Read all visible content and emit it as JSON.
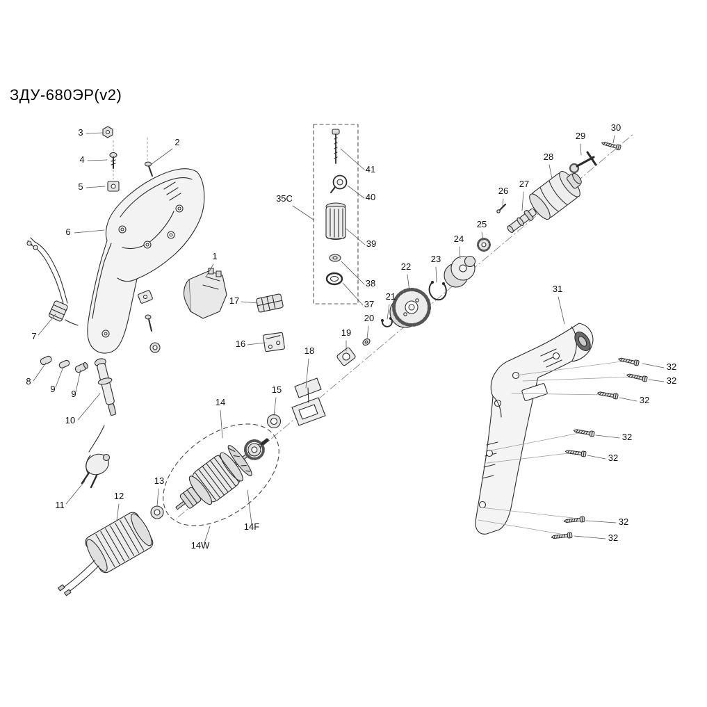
{
  "title": "ЗДУ-680ЭР(v2)",
  "colors": {
    "ink": "#2b2b2b",
    "background": "#ffffff"
  },
  "callouts": {
    "c1": "1",
    "c2": "2",
    "c3": "3",
    "c4": "4",
    "c5": "5",
    "c6": "6",
    "c7": "7",
    "c8": "8",
    "c9": "9",
    "c9b": "9",
    "c10": "10",
    "c11": "11",
    "c12": "12",
    "c13": "13",
    "c14": "14",
    "c14w": "14W",
    "c14f": "14F",
    "c15": "15",
    "c16": "16",
    "c17": "17",
    "c18": "18",
    "c19": "19",
    "c20": "20",
    "c21": "21",
    "c22": "22",
    "c23": "23",
    "c24": "24",
    "c25": "25",
    "c26": "26",
    "c27": "27",
    "c28": "28",
    "c29": "29",
    "c30": "30",
    "c31": "31",
    "c32a": "32",
    "c32b": "32",
    "c32c": "32",
    "c32d": "32",
    "c32e": "32",
    "c32f": "32",
    "c32g": "32",
    "c35c": "35C",
    "c37": "37",
    "c38": "38",
    "c39": "39",
    "c40": "40",
    "c41": "41"
  }
}
